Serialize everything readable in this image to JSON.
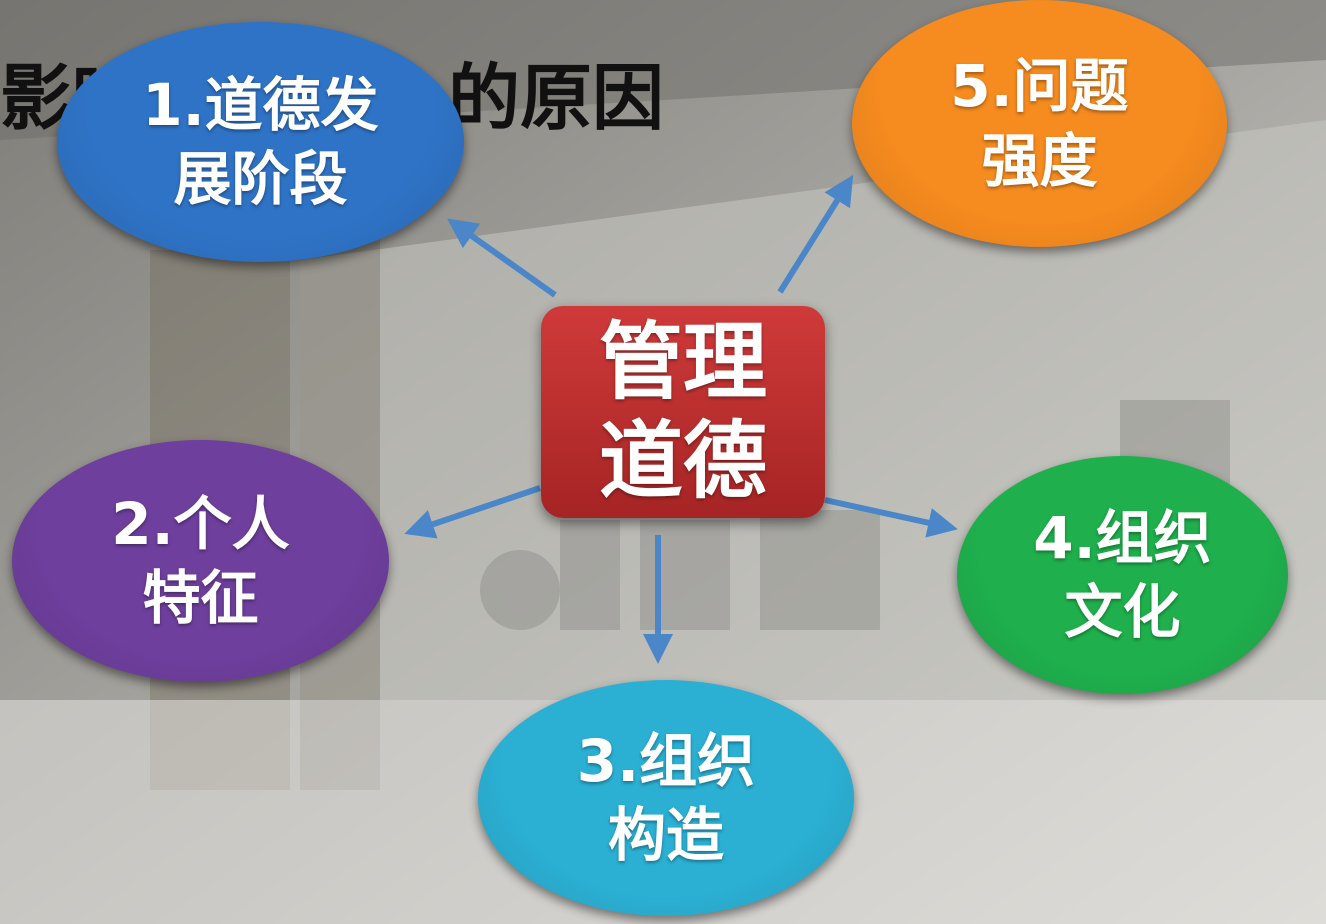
{
  "title": {
    "left": "影响",
    "right": "的原因"
  },
  "center": {
    "line1": "管理",
    "line2": "道德"
  },
  "nodes": [
    {
      "line1": "1.道德发",
      "line2": "展阶段",
      "color": "#2f73c6"
    },
    {
      "line1": "2.个人",
      "line2": "特征",
      "color": "#6e3f9d"
    },
    {
      "line1": "3.组织",
      "line2": "构造",
      "color": "#2bb0d4"
    },
    {
      "line1": "4.组织",
      "line2": "文化",
      "color": "#1fb04d"
    },
    {
      "line1": "5.问题",
      "line2": "强度",
      "color": "#f68b1f"
    }
  ],
  "colors": {
    "center": "#bf2f2f",
    "arrow": "#4a86c8"
  }
}
